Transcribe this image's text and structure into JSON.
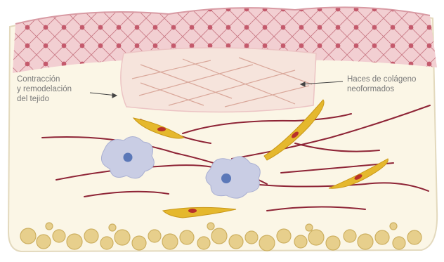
{
  "labels": {
    "left": {
      "lines": [
        "Contracción",
        "y remodelación",
        "del tejido"
      ]
    },
    "right": {
      "lines": [
        "Haces de colágeno",
        "neoformados"
      ]
    }
  },
  "colors": {
    "background_tissue": "#fbf6e6",
    "epidermis": "#f2cfd2",
    "epidermis_dots": "#c45a6c",
    "scar_patch": "#f5e3da",
    "collagen_fibers": "#8e2436",
    "fibroblasts": "#e5b82d",
    "macrophages": "#c9cde4",
    "macrophage_nucleus": "#5b78b8",
    "fat_globules": "#e7cf8c",
    "label_text": "#7a7a7a",
    "arrow": "#444444"
  }
}
